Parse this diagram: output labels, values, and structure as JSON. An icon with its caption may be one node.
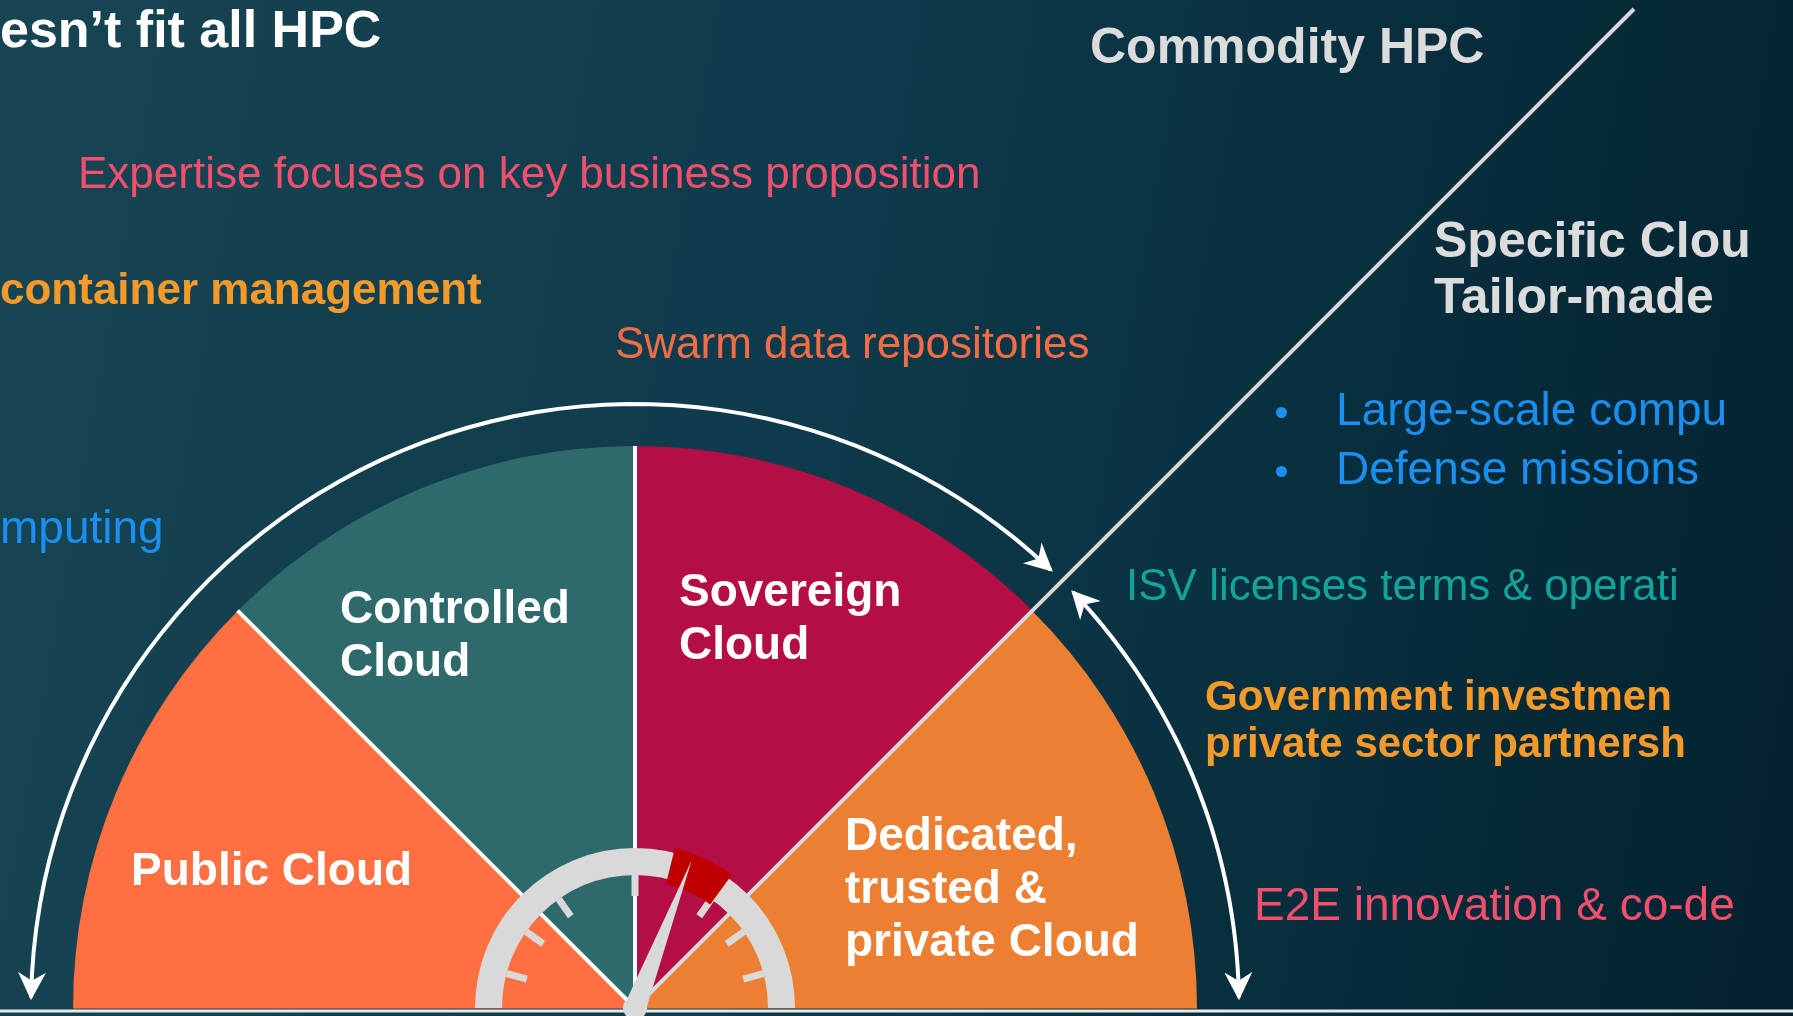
{
  "diagram": {
    "title": "esn’t fit all HPC",
    "nodes": [
      {
        "text": [
          "Public Cloud"
        ]
      },
      {
        "text": [
          "Controlled Cloud"
        ]
      },
      {
        "text": [
          "Sovereign Cloud"
        ]
      },
      {
        "text": [
          "Dedicated, trusted & private Cloud"
        ]
      }
    ],
    "labels": [
      "Commodity HPC",
      "Expertise focuses on key business proposition",
      "Specific Clou Tailor-made",
      "container management",
      "Swarm data repositories",
      "Large-scale compu",
      "Defense missions",
      "mputing",
      "ISV licenses terms & operati",
      "Government investmen private sector partnersh",
      "E2E innovation & co-de"
    ]
  }
}
